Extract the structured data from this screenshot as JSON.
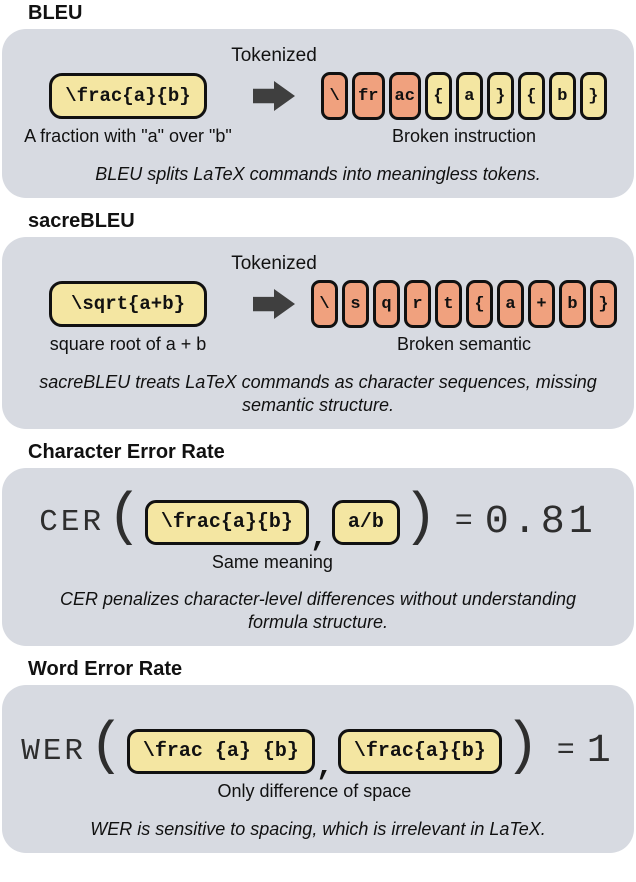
{
  "colors": {
    "panel_bg": "#d7dae1",
    "code_box_yellow": "#f4e6a2",
    "token_orange": "#f0a17e",
    "outline_black": "#111111",
    "arrow_gray": "#3f3f3f",
    "page_bg": "#ffffff"
  },
  "panels": [
    {
      "title": "BLEU",
      "arrow_label": "Tokenized",
      "input_code": "\\frac{a}{b}",
      "input_label": "A fraction with \"a\" over \"b\"",
      "tokens": [
        {
          "t": "\\",
          "c": "o"
        },
        {
          "t": "fr",
          "c": "o"
        },
        {
          "t": "ac",
          "c": "o"
        },
        {
          "t": "{",
          "c": "y"
        },
        {
          "t": "a",
          "c": "y"
        },
        {
          "t": "}",
          "c": "y"
        },
        {
          "t": "{",
          "c": "y"
        },
        {
          "t": "b",
          "c": "y"
        },
        {
          "t": "}",
          "c": "y"
        }
      ],
      "tokens_label": "Broken instruction",
      "caption": "BLEU splits LaTeX commands into meaningless tokens."
    },
    {
      "title": "sacreBLEU",
      "arrow_label": "Tokenized",
      "input_code": "\\sqrt{a+b}",
      "input_label": "square root of a + b",
      "tokens": [
        {
          "t": "\\",
          "c": "o"
        },
        {
          "t": "s",
          "c": "o"
        },
        {
          "t": "q",
          "c": "o"
        },
        {
          "t": "r",
          "c": "o"
        },
        {
          "t": "t",
          "c": "o"
        },
        {
          "t": "{",
          "c": "o"
        },
        {
          "t": "a",
          "c": "o"
        },
        {
          "t": "+",
          "c": "o"
        },
        {
          "t": "b",
          "c": "o"
        },
        {
          "t": "}",
          "c": "o"
        }
      ],
      "tokens_label": "Broken semantic",
      "caption": "sacreBLEU treats LaTeX commands as character sequences, missing semantic structure."
    },
    {
      "title": "Character Error Rate",
      "metric": "CER",
      "open_paren": "(",
      "arg1": "\\frac{a}{b}",
      "comma": ",",
      "arg2": "a/b",
      "close_paren": ")",
      "equals": "=",
      "result": "0.81",
      "args_label": "Same meaning",
      "caption": "CER penalizes character-level differences without understanding formula structure."
    },
    {
      "title": "Word Error Rate",
      "metric": "WER",
      "open_paren": "(",
      "arg1": "\\frac {a} {b}",
      "comma": ",",
      "arg2": "\\frac{a}{b}",
      "close_paren": ")",
      "equals": "=",
      "result": "1",
      "args_label": "Only difference of space",
      "caption": "WER is sensitive to spacing, which is irrelevant in LaTeX."
    }
  ]
}
